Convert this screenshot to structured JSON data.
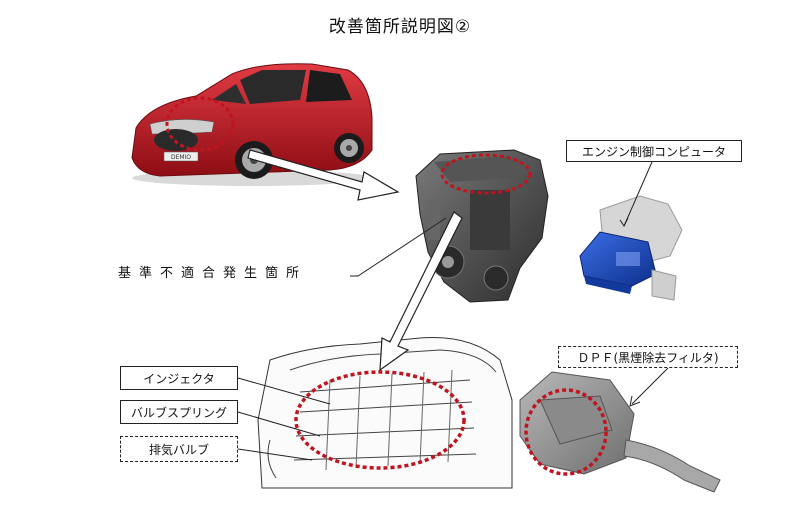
{
  "title": "改善箇所説明図②",
  "labels": {
    "ecu": "エンジン制御コンピュータ",
    "hazard_site": "基準不適合発生箇所",
    "injector": "インジェクタ",
    "valve_spring": "バルブスプリング",
    "exhaust_valve": "排気バルブ",
    "dpf": "ＤＰＦ(黒煙除去フィルタ)"
  },
  "car": {
    "badge": "DEMIO",
    "body_color": "#c0141e"
  },
  "colors": {
    "highlight": "#c0141e",
    "ecu_blue": "#1f4fc8",
    "line": "#222222"
  }
}
